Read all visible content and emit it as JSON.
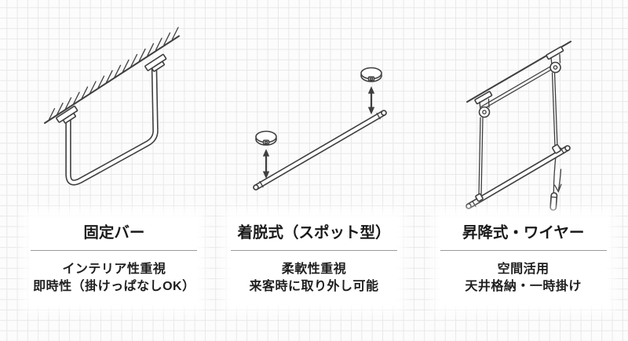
{
  "theme": {
    "background": "#fcfcfc",
    "grid_line": "#e8e8e8",
    "illustration_stroke": "#3f3f3f",
    "title_color": "#1a1a1a",
    "body_color": "#1e1e1e",
    "divider_color": "#999999",
    "card_background": "#ffffff"
  },
  "panels": [
    {
      "title": "固定バー",
      "features": [
        "インテリア性重視",
        "即時性（掛けっぱなしOK）"
      ],
      "illustration": "ceiling-fixed-u-bar"
    },
    {
      "title": "着脱式（スポット型）",
      "features": [
        "柔軟性重視",
        "来客時に取り外し可能"
      ],
      "illustration": "detachable-spot-pole"
    },
    {
      "title": "昇降式・ワイヤー",
      "features": [
        "空間活用",
        "天井格納・一時掛け"
      ],
      "illustration": "lift-wire-bar"
    }
  ]
}
